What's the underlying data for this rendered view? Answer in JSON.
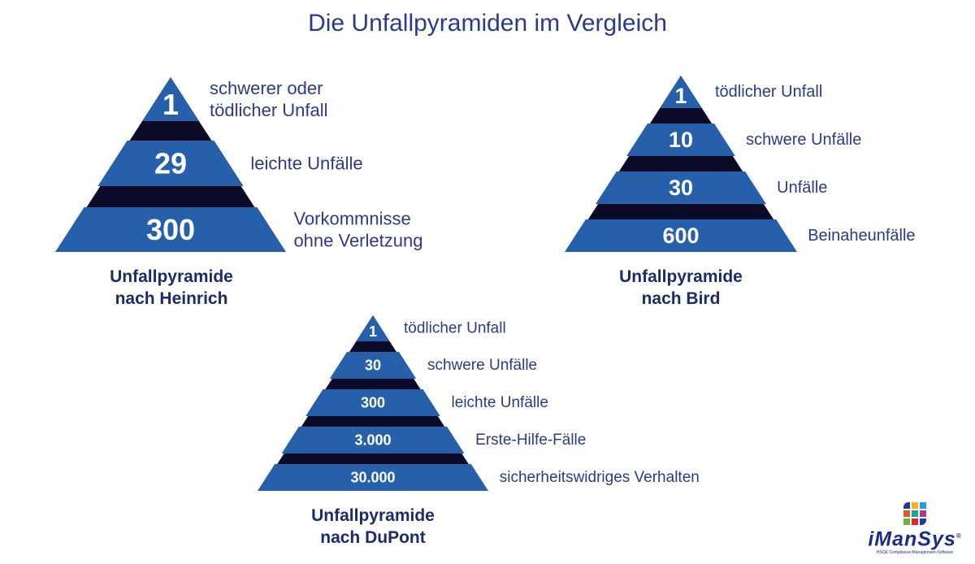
{
  "title": "Die Unfallpyramiden im Vergleich",
  "colors": {
    "band": "#2660aa",
    "gap": "#0b0b28",
    "label": "#2b3a8c",
    "number": "#ffffff"
  },
  "pyramids": [
    {
      "caption": [
        "Unfallpyramide",
        "nach Heinrich"
      ],
      "levels": [
        {
          "count": "1",
          "label": [
            "schwerer oder",
            "tödlicher Unfall"
          ]
        },
        {
          "count": "29",
          "label": [
            "leichte Unfälle"
          ]
        },
        {
          "count": "300",
          "label": [
            "Vorkommnisse",
            "ohne Verletzung"
          ]
        }
      ]
    },
    {
      "caption": [
        "Unfallpyramide",
        "nach Bird"
      ],
      "levels": [
        {
          "count": "1",
          "label": [
            "tödlicher Unfall"
          ]
        },
        {
          "count": "10",
          "label": [
            "schwere Unfälle"
          ]
        },
        {
          "count": "30",
          "label": [
            "Unfälle"
          ]
        },
        {
          "count": "600",
          "label": [
            "Beinaheunfälle"
          ]
        }
      ]
    },
    {
      "caption": [
        "Unfallpyramide",
        "nach DuPont"
      ],
      "levels": [
        {
          "count": "1",
          "label": [
            "tödlicher Unfall"
          ]
        },
        {
          "count": "30",
          "label": [
            "schwere Unfälle"
          ]
        },
        {
          "count": "300",
          "label": [
            "leichte Unfälle"
          ]
        },
        {
          "count": "3.000",
          "label": [
            "Erste-Hilfe-Fälle"
          ]
        },
        {
          "count": "30.000",
          "label": [
            "sicherheitswidriges Verhalten"
          ]
        }
      ]
    }
  ],
  "logo": {
    "name": "iManSys",
    "tagline": "HSQE Compliance-Management-Software",
    "registered": "®"
  }
}
